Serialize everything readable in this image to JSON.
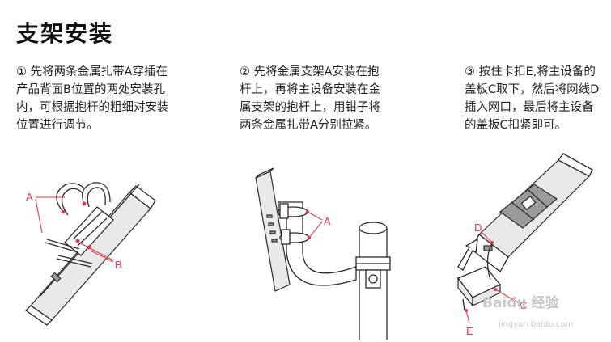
{
  "title": "支架安装",
  "steps": [
    {
      "text": "① 先将两条金属扎带A穿插在产品背面B位置的两处安装孔内，可根据抱杆的粗细对安装位置进行调节。"
    },
    {
      "text": "② 先将金属支架A安装在抱杆上，再将主设备安装在金属支架的抱杆上，用钳子将两条金属扎带A分别拉紧。"
    },
    {
      "text": "③ 按住卡扣E,将主设备的盖板C取下，然后将网线D插入网口，最后将主设备的盖板C扣紧即可。"
    }
  ],
  "figure_labels": {
    "fig1_a": "A",
    "fig1_b": "B",
    "fig2_a": "A",
    "fig3_c": "C",
    "fig3_d": "D",
    "fig3_e": "E"
  },
  "watermark": {
    "main": "Baidu 经验",
    "sub": "jingyan.baidu.com"
  },
  "colors": {
    "label": "#e03a4a",
    "line": "#2a2a2a",
    "watermark": "#c8c8c8"
  }
}
